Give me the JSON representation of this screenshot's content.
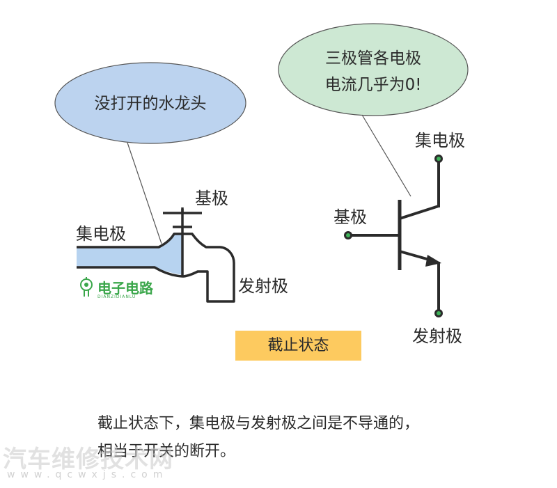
{
  "faucet": {
    "bubble": "没打开的水龙头",
    "collector_label": "集电极",
    "base_label": "基极",
    "emitter_label": "发射极"
  },
  "transistor": {
    "bubble_line1": "三极管各电极",
    "bubble_line2": "电流几乎为0!",
    "collector_label": "集电极",
    "base_label": "基极",
    "emitter_label": "发射极"
  },
  "state_label": "截止状态",
  "caption": {
    "line1": "截止状态下，集电极与发射极之间是不导通的，",
    "line2": "相当于开关的断开。"
  },
  "logo": {
    "text": "电子电路",
    "subtext": "DIANZIDIANLU"
  },
  "watermark": {
    "title": "汽车维修技术网",
    "url": "www.qcwxjs.com"
  },
  "colors": {
    "bubble_blue": "#bcd3ef",
    "bubble_green": "#cde8d3",
    "pipe_blue": "#b7d3f0",
    "terminal_green": "#3fb35a",
    "badge": "#fdca5f"
  }
}
